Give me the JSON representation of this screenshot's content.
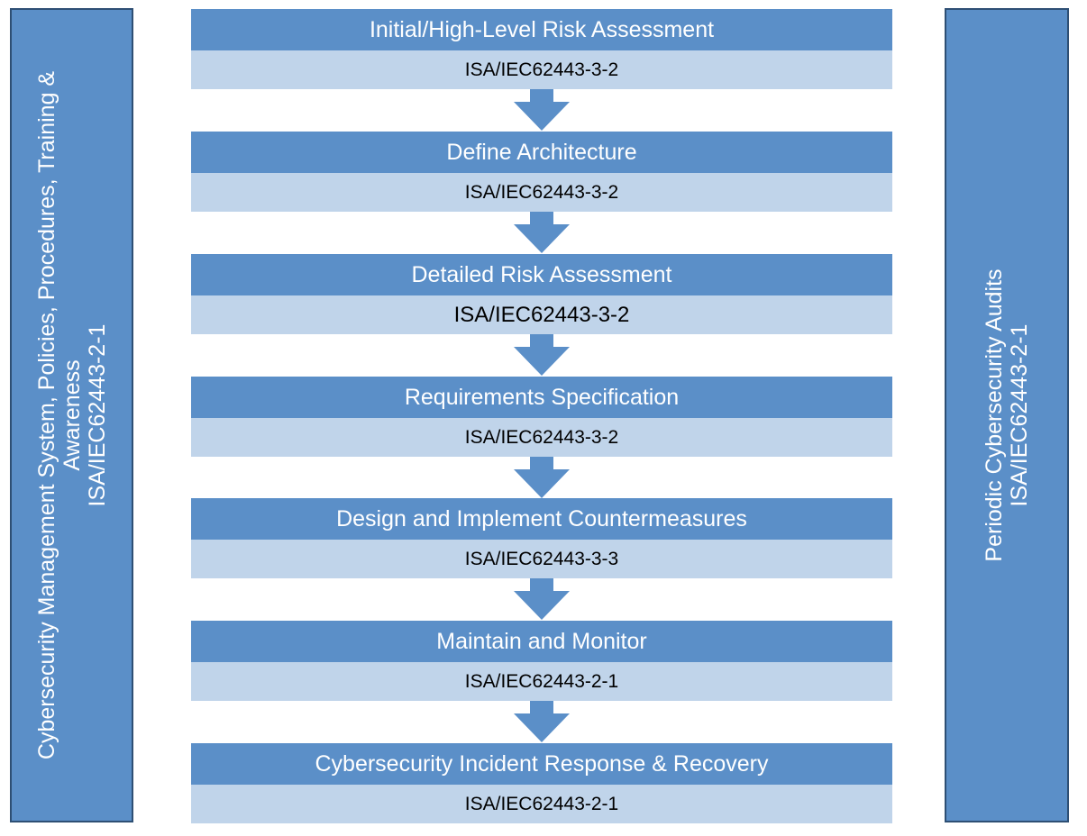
{
  "left_panel": {
    "lines": [
      "Cybersecurity Management System, Policies, Procedures, Training &",
      "Awareness",
      "ISA/IEC62443-2-1"
    ]
  },
  "right_panel": {
    "lines": [
      "Periodic Cybersecurity Audits",
      "ISA/IEC62443-2-1"
    ]
  },
  "steps": [
    {
      "title": "Initial/High-Level Risk Assessment",
      "standard": "ISA/IEC62443-3-2"
    },
    {
      "title": "Define Architecture",
      "standard": "ISA/IEC62443-3-2"
    },
    {
      "title": "Detailed Risk Assessment",
      "standard": "ISA/IEC62443-3-2"
    },
    {
      "title": "Requirements Specification",
      "standard": "ISA/IEC62443-3-2"
    },
    {
      "title": "Design and Implement Countermeasures",
      "standard": "ISA/IEC62443-3-3"
    },
    {
      "title": "Maintain and Monitor",
      "standard": "ISA/IEC62443-2-1"
    },
    {
      "title": "Cybersecurity Incident Response & Recovery",
      "standard": "ISA/IEC62443-2-1"
    }
  ],
  "colors": {
    "header_blue": "#5b8fc8",
    "standard_band": "#c0d4ea",
    "arrow_blue": "#5b8fc8",
    "panel_border": "#2e4f74"
  },
  "icons": {
    "arrow": "down-arrow-icon"
  }
}
